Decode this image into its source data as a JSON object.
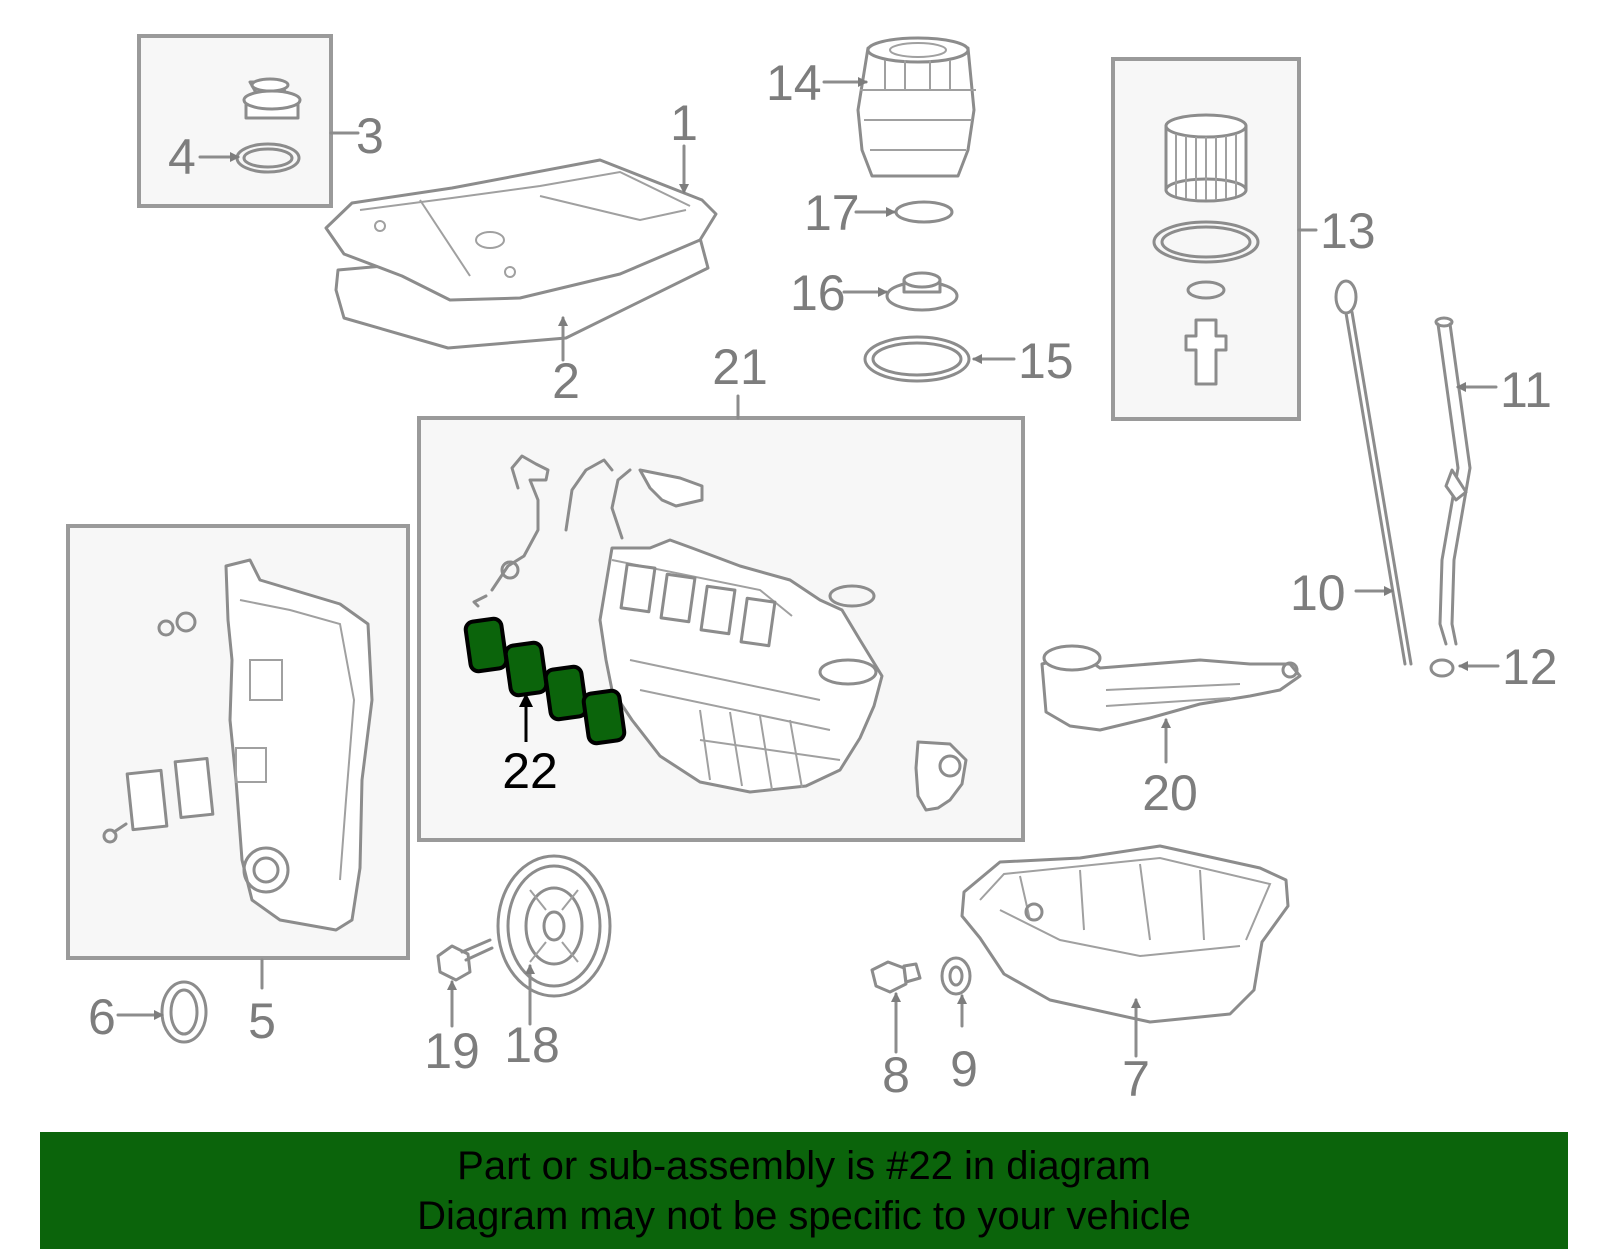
{
  "callouts": {
    "c1": "1",
    "c2": "2",
    "c3": "3",
    "c4": "4",
    "c5": "5",
    "c6": "6",
    "c7": "7",
    "c8": "8",
    "c9": "9",
    "c10": "10",
    "c11": "11",
    "c12": "12",
    "c13": "13",
    "c14": "14",
    "c15": "15",
    "c16": "16",
    "c17": "17",
    "c18": "18",
    "c19": "19",
    "c20": "20",
    "c21": "21",
    "c22": "22"
  },
  "highlight": {
    "part": "22",
    "color": "#0b640b",
    "banner_color": "#0b640b"
  },
  "banner": {
    "line1": "Part or sub-assembly is #22 in diagram",
    "line2": "Diagram may not be specific to your vehicle"
  }
}
